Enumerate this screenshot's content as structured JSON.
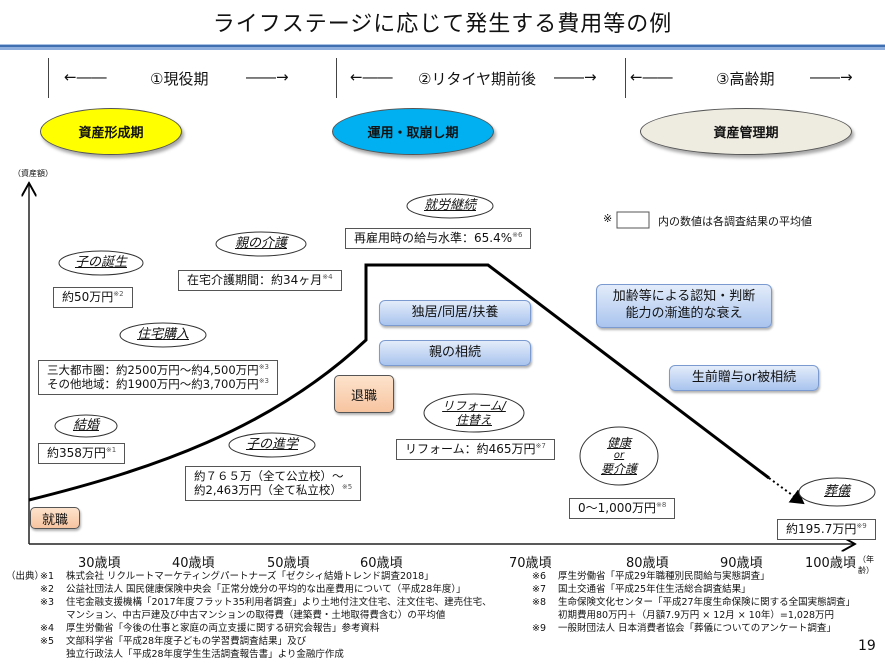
{
  "title": "ライフステージに応じて発生する費用等の例",
  "phases": [
    {
      "label": "①現役期",
      "arrow_left": "←――",
      "arrow_right": "――→"
    },
    {
      "label": "②リタイヤ期前後",
      "arrow_left": "←――",
      "arrow_right": "――→"
    },
    {
      "label": "③高齢期",
      "arrow_left": "←――",
      "arrow_right": "――→"
    }
  ],
  "stage_ellipses": [
    {
      "label": "資産形成期",
      "color": "#ffff00"
    },
    {
      "label": "運用・取崩し期",
      "color": "#00b0f0"
    },
    {
      "label": "資産管理期",
      "color": "#eeece1"
    }
  ],
  "axis": {
    "y_label": "（資産額）",
    "x_unit": "（年齢）",
    "x_ticks": [
      "30歳頃",
      "40歳頃",
      "50歳頃",
      "60歳頃",
      "70歳頃",
      "80歳頃",
      "90歳頃",
      "100歳頃"
    ]
  },
  "legend_note": {
    "prefix": "※",
    "text": "内の数値は各調査結果の平均値"
  },
  "events": {
    "birth": {
      "cloud": "子の誕生",
      "value": "約50万円",
      "note": "※2"
    },
    "care": {
      "cloud": "親の介護",
      "value": "在宅介護期間：約34ヶ月",
      "note": "※4"
    },
    "housing": {
      "cloud": "住宅購入",
      "lines": [
        {
          "text": "三大都市圏：約2500万円～約4,500万円",
          "note": "※3"
        },
        {
          "text": "その他地域：約1900万円～約3,700万円",
          "note": "※3"
        }
      ]
    },
    "marriage": {
      "cloud": "結婚",
      "value": "約358万円",
      "note": "※1"
    },
    "education": {
      "cloud": "子の進学",
      "lines": [
        {
          "text": "約７６５万（全て公立校）～",
          "note": ""
        },
        {
          "text": "約2,463万円（全て私立校）",
          "note": "※5"
        }
      ]
    },
    "work": {
      "cloud": "就労継続",
      "value": "再雇用時の給与水準：65.4%",
      "note": "※6"
    },
    "reform": {
      "cloud_lines": [
        "リフォーム/",
        "住替え"
      ],
      "value": "リフォーム：約465万円",
      "note": "※7"
    },
    "health": {
      "cloud_lines": [
        "健康",
        "or",
        "要介護"
      ],
      "value": "0～1,000万円",
      "note": "※8"
    },
    "funeral": {
      "cloud": "葬儀",
      "value": "約195.7万円",
      "note": "※9"
    }
  },
  "milestones": {
    "employment": "就職",
    "retirement": "退職"
  },
  "blue_boxes": {
    "living": "独居/同居/扶養",
    "inheritance": "親の相続",
    "decline_lines": [
      "加齢等による認知・判断",
      "能力の漸進的な衰え"
    ],
    "gift": "生前贈与or被相続"
  },
  "sources": {
    "label": "（出典）",
    "left": [
      {
        "no": "※1",
        "text": "株式会社 リクルートマーケティングパートナーズ「ゼクシィ結婚トレンド調査2018」"
      },
      {
        "no": "※2",
        "text": "公益社団法人 国民健康保険中央会「正常分娩分の平均的な出産費用について（平成28年度）」"
      },
      {
        "no": "※3",
        "text": "住宅金融支援機構「2017年度フラット35利用者調査」より土地付注文住宅、注文住宅、建売住宅、"
      },
      {
        "no": "",
        "text": "マンション、中古戸建及び中古マンションの取得費（建築費・土地取得費含む）の平均値"
      },
      {
        "no": "※4",
        "text": "厚生労働省「今後の仕事と家庭の両立支援に関する研究会報告」参考資料"
      },
      {
        "no": "※5",
        "text": "文部科学省「平成28年度子どもの学習費調査結果」及び"
      },
      {
        "no": "",
        "text": "独立行政法人「平成28年度学生生活調査報告書」より金融庁作成"
      }
    ],
    "right": [
      {
        "no": "※6",
        "text": "厚生労働省「平成29年職種別民間給与実態調査」"
      },
      {
        "no": "※7",
        "text": "国土交通省「平成25年住生活総合調査結果」"
      },
      {
        "no": "※8",
        "text": "生命保険文化センター「平成27年度生命保険に関する全国実態調査」"
      },
      {
        "no": "",
        "text": "初期費用80万円＋（月額7.9万円 × 12月 × 10年）=1,028万円"
      },
      {
        "no": "※9",
        "text": "一般財団法人 日本消費者協会「葬儀についてのアンケート調査」"
      }
    ]
  },
  "page_number": "19"
}
